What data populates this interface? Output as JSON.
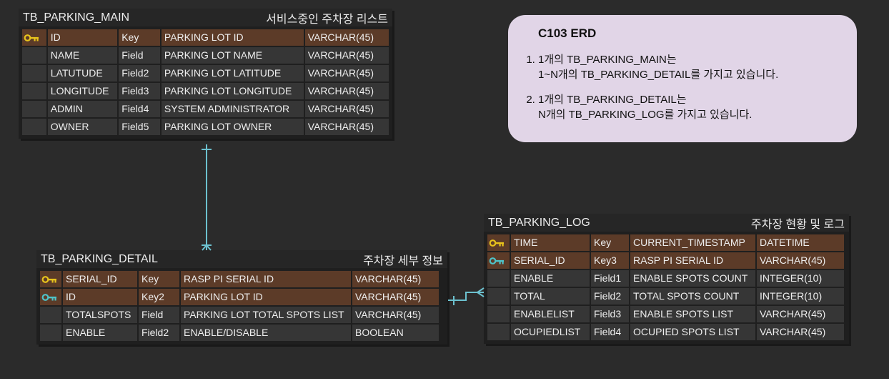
{
  "tables": {
    "main": {
      "name": "TB_PARKING_MAIN",
      "desc": "서비스중인 주차장 리스트",
      "rows": [
        {
          "key": "gold",
          "col": "ID",
          "kind": "Key",
          "desc": "PARKING LOT ID",
          "type": "VARCHAR(45)"
        },
        {
          "key": "none",
          "col": "NAME",
          "kind": "Field",
          "desc": "PARKING LOT NAME",
          "type": "VARCHAR(45)"
        },
        {
          "key": "none",
          "col": "LATUTUDE",
          "kind": "Field2",
          "desc": "PARKING LOT LATITUDE",
          "type": "VARCHAR(45)"
        },
        {
          "key": "none",
          "col": "LONGITUDE",
          "kind": "Field3",
          "desc": "PARKING LOT LONGITUDE",
          "type": "VARCHAR(45)"
        },
        {
          "key": "none",
          "col": "ADMIN",
          "kind": "Field4",
          "desc": "SYSTEM ADMINISTRATOR",
          "type": "VARCHAR(45)"
        },
        {
          "key": "none",
          "col": "OWNER",
          "kind": "Field5",
          "desc": "PARKING LOT OWNER",
          "type": "VARCHAR(45)"
        }
      ]
    },
    "detail": {
      "name": "TB_PARKING_DETAIL",
      "desc": "주차장 세부 정보",
      "rows": [
        {
          "key": "gold",
          "col": "SERIAL_ID",
          "kind": "Key",
          "desc": "RASP PI SERIAL ID",
          "type": "VARCHAR(45)"
        },
        {
          "key": "teal",
          "col": "ID",
          "kind": "Key2",
          "desc": "PARKING LOT ID",
          "type": "VARCHAR(45)"
        },
        {
          "key": "none",
          "col": "TOTALSPOTS",
          "kind": "Field",
          "desc": "PARKING LOT TOTAL SPOTS LIST",
          "type": "VARCHAR(45)"
        },
        {
          "key": "none",
          "col": "ENABLE",
          "kind": "Field2",
          "desc": "ENABLE/DISABLE",
          "type": "BOOLEAN"
        }
      ]
    },
    "log": {
      "name": "TB_PARKING_LOG",
      "desc": "주차장 현황 및 로그",
      "rows": [
        {
          "key": "gold",
          "col": "TIME",
          "kind": "Key",
          "desc": "CURRENT_TIMESTAMP",
          "type": "DATETIME"
        },
        {
          "key": "teal",
          "col": "SERIAL_ID",
          "kind": "Key3",
          "desc": "RASP PI SERIAL ID",
          "type": "VARCHAR(45)"
        },
        {
          "key": "none",
          "col": "ENABLE",
          "kind": "Field1",
          "desc": "ENABLE SPOTS COUNT",
          "type": "INTEGER(10)"
        },
        {
          "key": "none",
          "col": "TOTAL",
          "kind": "Field2",
          "desc": "TOTAL SPOTS COUNT",
          "type": "INTEGER(10)"
        },
        {
          "key": "none",
          "col": "ENABLELIST",
          "kind": "Field3",
          "desc": "ENABLE SPOTS LIST",
          "type": "VARCHAR(45)"
        },
        {
          "key": "none",
          "col": "OCUPIEDLIST",
          "kind": "Field4",
          "desc": "OCUPIED SPOTS LIST",
          "type": "VARCHAR(45)"
        }
      ]
    }
  },
  "note": {
    "title": "C103 ERD",
    "items": [
      {
        "line1": "1개의 TB_PARKING_MAIN는",
        "line2": "1~N개의 TB_PARKING_DETAIL를 가지고 있습니다."
      },
      {
        "line1": "1개의 TB_PARKING_DETAIL는",
        "line2": "N개의 TB_PARKING_LOG를 가지고 있습니다."
      }
    ]
  },
  "colors": {
    "key_row": "#5c3b28",
    "gold_key": "#e8c31c",
    "teal_key": "#4fc3c8",
    "connector": "#6cc1cf",
    "note_bg": "#e1d5e7"
  },
  "icons": {
    "primary": "key-icon",
    "foreign": "key-icon"
  }
}
